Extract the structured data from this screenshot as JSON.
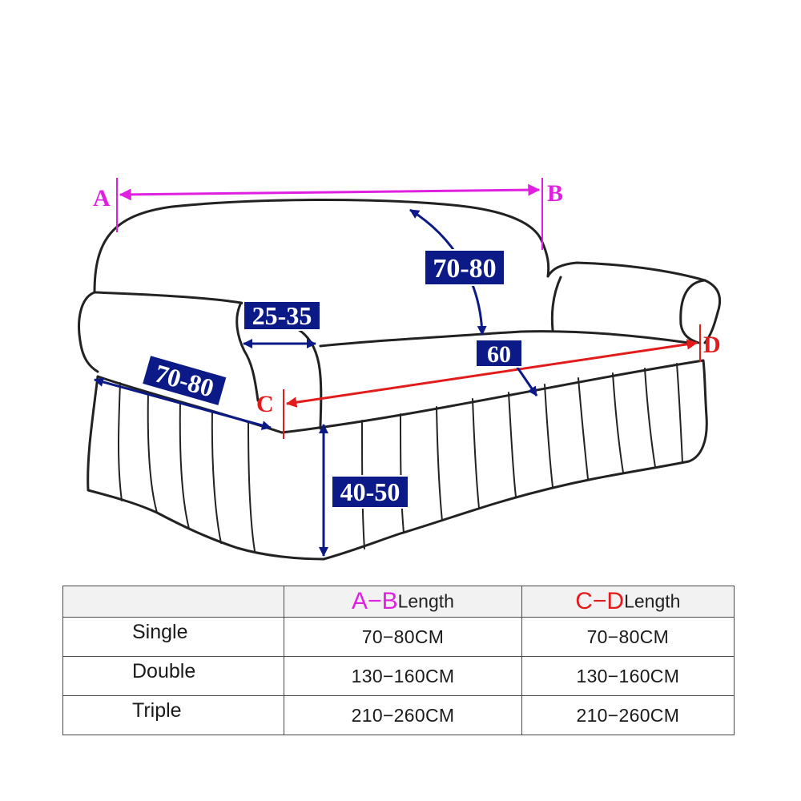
{
  "diagram": {
    "point_labels": {
      "a": "A",
      "b": "B",
      "c": "C",
      "d": "D"
    },
    "dimensions": {
      "back_height": "70-80",
      "arm_width": "25-35",
      "seat_depth": "60",
      "arm_length": "70-80",
      "skirt_height": "40-50"
    }
  },
  "table": {
    "header": {
      "ab_key": "A−B",
      "ab_word": "Length",
      "cd_key": "C−D",
      "cd_word": "Length"
    },
    "rows": [
      {
        "type": "Single",
        "ab": "70−80CM",
        "cd": "70−80CM"
      },
      {
        "type": "Double",
        "ab": "130−160CM",
        "cd": "130−160CM"
      },
      {
        "type": "Triple",
        "ab": "210−260CM",
        "cd": "210−260CM"
      }
    ]
  },
  "colors": {
    "ab_marker": "#e020e0",
    "cd_marker": "#e21b1b",
    "dimension_box": "#0b1a86",
    "outline": "#222222"
  }
}
